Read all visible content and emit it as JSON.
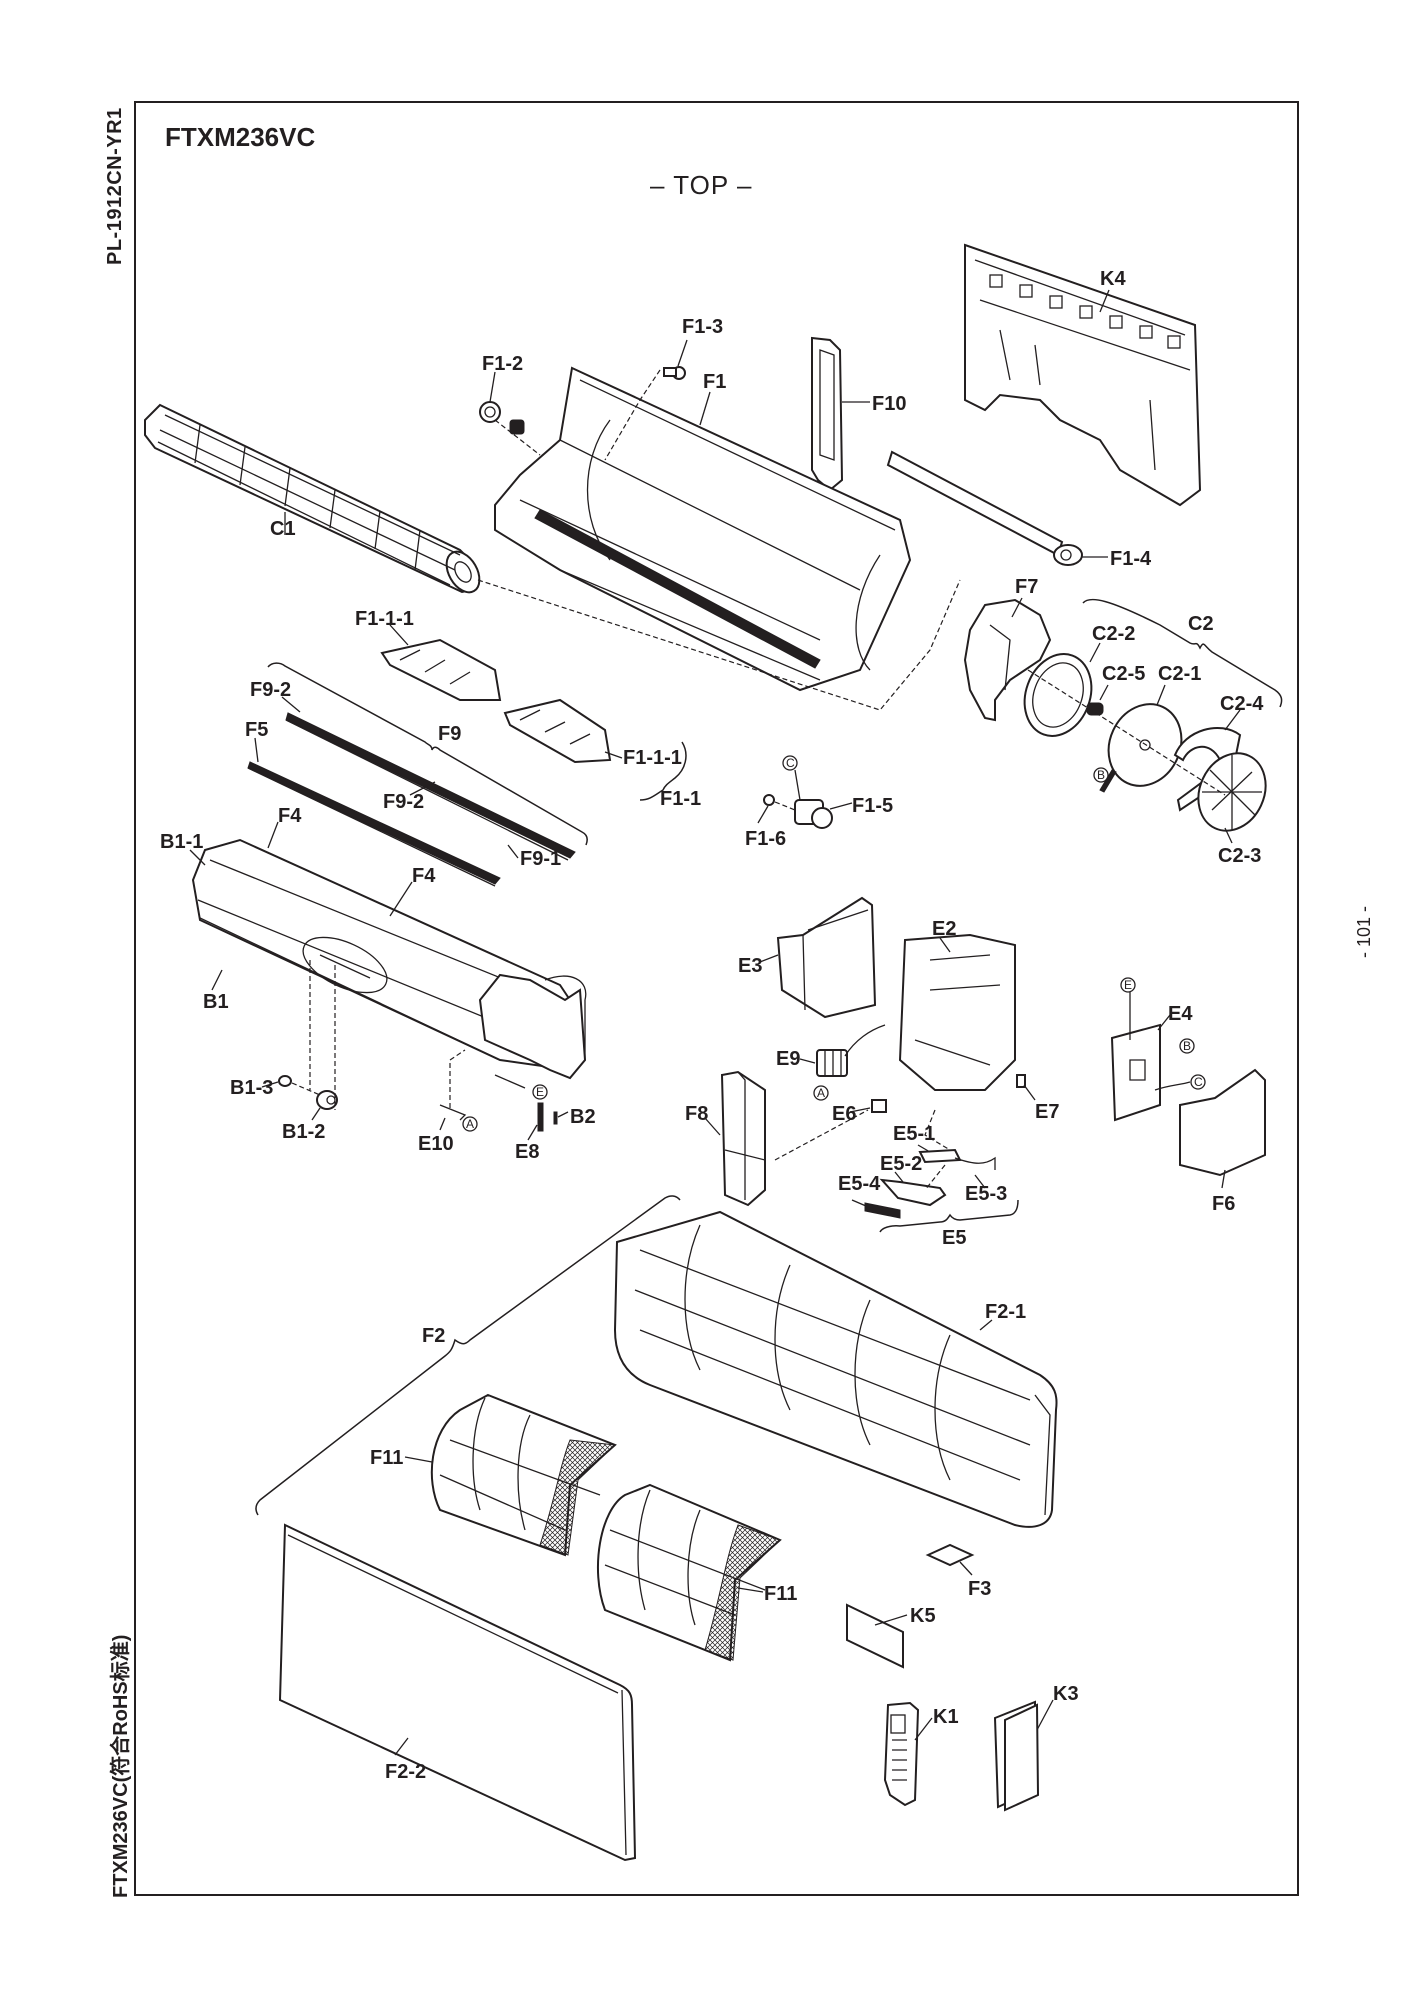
{
  "document": {
    "model": "FTXM236VC",
    "view": "– TOP –",
    "doc_code": "PL-1912CN-YR1",
    "footer_model_note": "FTXM236VC(符合RoHS标准)",
    "page_number": "- 101 -"
  },
  "parts": {
    "C1": "C1",
    "C2": "C2",
    "C2_1": "C2-1",
    "C2_2": "C2-2",
    "C2_3": "C2-3",
    "C2_4": "C2-4",
    "C2_5": "C2-5",
    "F1": "F1",
    "F1_1": "F1-1",
    "F1_1_1a": "F1-1-1",
    "F1_1_1b": "F1-1-1",
    "F1_2": "F1-2",
    "F1_3": "F1-3",
    "F1_4": "F1-4",
    "F1_5": "F1-5",
    "F1_6": "F1-6",
    "F2": "F2",
    "F2_1": "F2-1",
    "F2_2": "F2-2",
    "F3": "F3",
    "F4a": "F4",
    "F4b": "F4",
    "F5": "F5",
    "F6": "F6",
    "F7": "F7",
    "F8": "F8",
    "F9": "F9",
    "F9_1": "F9-1",
    "F9_2a": "F9-2",
    "F9_2b": "F9-2",
    "F10": "F10",
    "F11a": "F11",
    "F11b": "F11",
    "B1": "B1",
    "B1_1": "B1-1",
    "B1_2": "B1-2",
    "B1_3": "B1-3",
    "B2": "B2",
    "E2": "E2",
    "E3": "E3",
    "E4": "E4",
    "E5": "E5",
    "E5_1": "E5-1",
    "E5_2": "E5-2",
    "E5_3": "E5-3",
    "E5_4": "E5-4",
    "E6": "E6",
    "E7": "E7",
    "E8": "E8",
    "E9": "E9",
    "E10": "E10",
    "K1": "K1",
    "K3": "K3",
    "K4": "K4",
    "K5": "K5"
  },
  "connectors": {
    "A": "A",
    "B": "B",
    "C": "C",
    "E": "E"
  }
}
